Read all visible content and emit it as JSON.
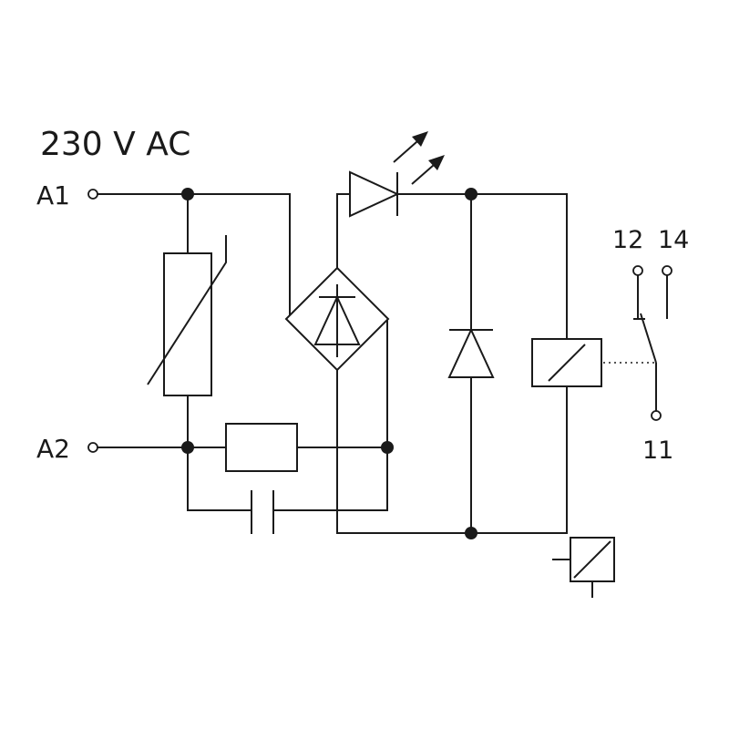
{
  "diagram": {
    "supply_label": "230 V AC",
    "terminals": {
      "a1": "A1",
      "a2": "A2"
    },
    "contacts": {
      "nc": "12",
      "no": "14",
      "common": "11"
    }
  }
}
